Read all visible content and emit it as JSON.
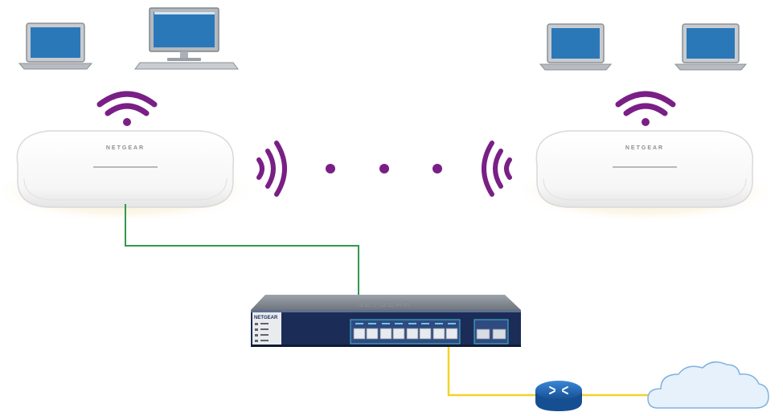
{
  "diagram": {
    "access_points": [
      {
        "brand": "NETGEAR"
      },
      {
        "brand": "NETGEAR"
      }
    ],
    "switch": {
      "top_brand": "NETGEAR",
      "front_brand": "NETGEAR"
    },
    "colors": {
      "wireless": "#7a1f86",
      "ap_link": "#2f9a4a",
      "wan_link": "#f2d22a",
      "switch_front": "#1b2c57",
      "router": "#1c5fae",
      "cloud": "#e6f1fb",
      "cloud_stroke": "#7fb2de",
      "ap_glow": "#f7e7bf",
      "device_screen": "#2b78b8"
    },
    "icons": [
      "laptop-icon",
      "desktop-icon",
      "wifi-icon",
      "access-point",
      "network-switch",
      "router-icon",
      "cloud-icon"
    ]
  }
}
